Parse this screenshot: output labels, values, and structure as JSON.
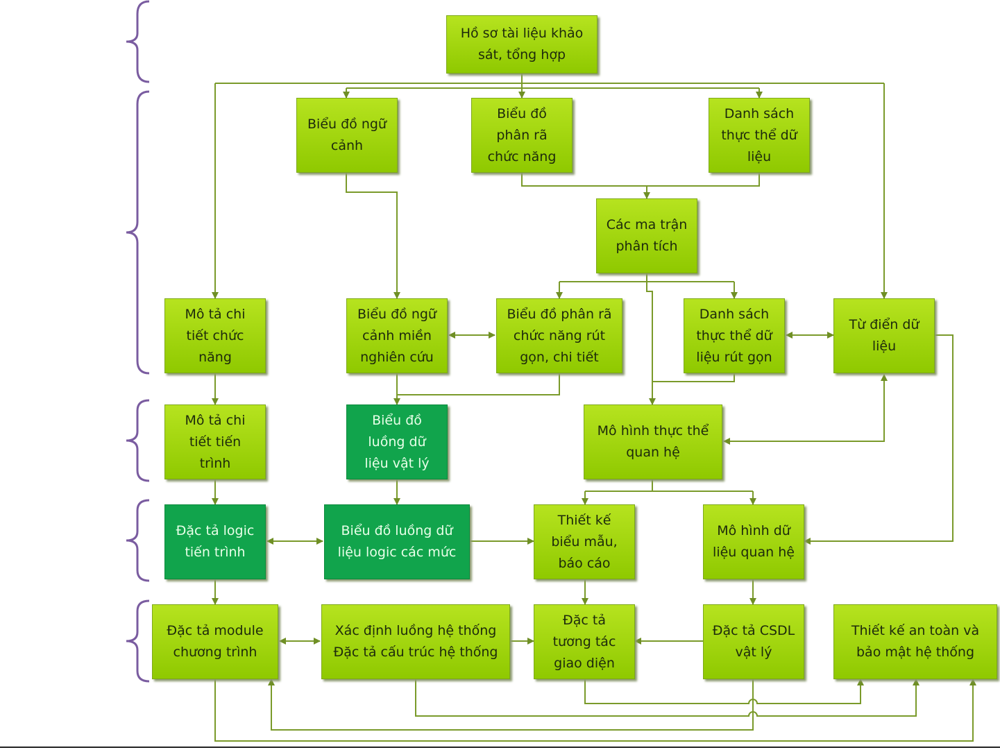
{
  "colors": {
    "light_box": "#9fd40f",
    "dark_box": "#11a44c",
    "connector": "#7a9a2a",
    "brace": "#7a5ca0"
  },
  "boxes": {
    "survey": [
      "Hồ sơ tài liệu khảo",
      "sát, tổng hợp"
    ],
    "context": [
      "Biểu đồ ngữ",
      "cảnh"
    ],
    "decomp": [
      "Biểu đồ",
      "phân rã",
      "chức năng"
    ],
    "entities": [
      "Danh sách",
      "thực thể dữ",
      "liệu"
    ],
    "matrices": [
      "Các ma trận",
      "phân tích"
    ],
    "func_detail": [
      "Mô tả chi",
      "tiết chức",
      "năng"
    ],
    "context_domain": [
      "Biểu đồ ngữ",
      "cảnh miền",
      "nghiên cứu"
    ],
    "decomp_reduced": [
      "Biểu đồ phân rã",
      "chức năng rút",
      "gọn, chi tiết"
    ],
    "entities_reduced": [
      "Danh sách",
      "thực thể dữ",
      "liệu rút gọn"
    ],
    "dictionary": [
      "Từ điển dữ",
      "liệu"
    ],
    "process_detail": [
      "Mô tả chi",
      "tiết tiến",
      "trình"
    ],
    "physical_dfd": [
      "Biểu đồ",
      "luồng dữ",
      "liệu vật lý"
    ],
    "er_model": [
      "Mô hình thực thể",
      "quan hệ"
    ],
    "process_logic": [
      "Đặc tả logic",
      "tiến trình"
    ],
    "logical_dfd": [
      "Biểu đồ luồng dữ",
      "liệu logic các mức"
    ],
    "forms": [
      "Thiết kế",
      "biểu mẫu,",
      "báo cáo"
    ],
    "relational_model": [
      "Mô hình dữ",
      "liệu quan hệ"
    ],
    "module_spec": [
      "Đặc tả module",
      "chương trình"
    ],
    "system_flow": [
      "Xác định luồng hệ thống",
      "Đặc tả cấu trúc hệ thống"
    ],
    "ui_spec": [
      "Đặc tả",
      "tương tác",
      "giao diện"
    ],
    "db_spec": [
      "Đặc tả CSDL",
      "vật lý"
    ],
    "security": [
      "Thiết kế an toàn và",
      "bảo mật hệ thống"
    ]
  }
}
